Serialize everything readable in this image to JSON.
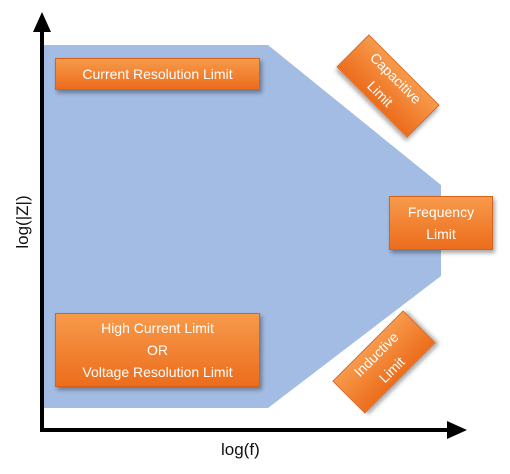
{
  "axes": {
    "x_label": "log(f)",
    "y_label": "log(|Z|)"
  },
  "labels": {
    "current_resolution": "Current Resolution Limit",
    "high_current": [
      "High Current Limit",
      "OR",
      "Voltage Resolution Limit"
    ],
    "capacitive": [
      "Capacitive",
      "Limit"
    ],
    "frequency": [
      "Frequency",
      "Limit"
    ],
    "inductive": [
      "Inductive",
      "Limit"
    ]
  },
  "colors": {
    "region": "#a3bce3",
    "label_fill": "#f0792b",
    "axis": "#000000"
  }
}
